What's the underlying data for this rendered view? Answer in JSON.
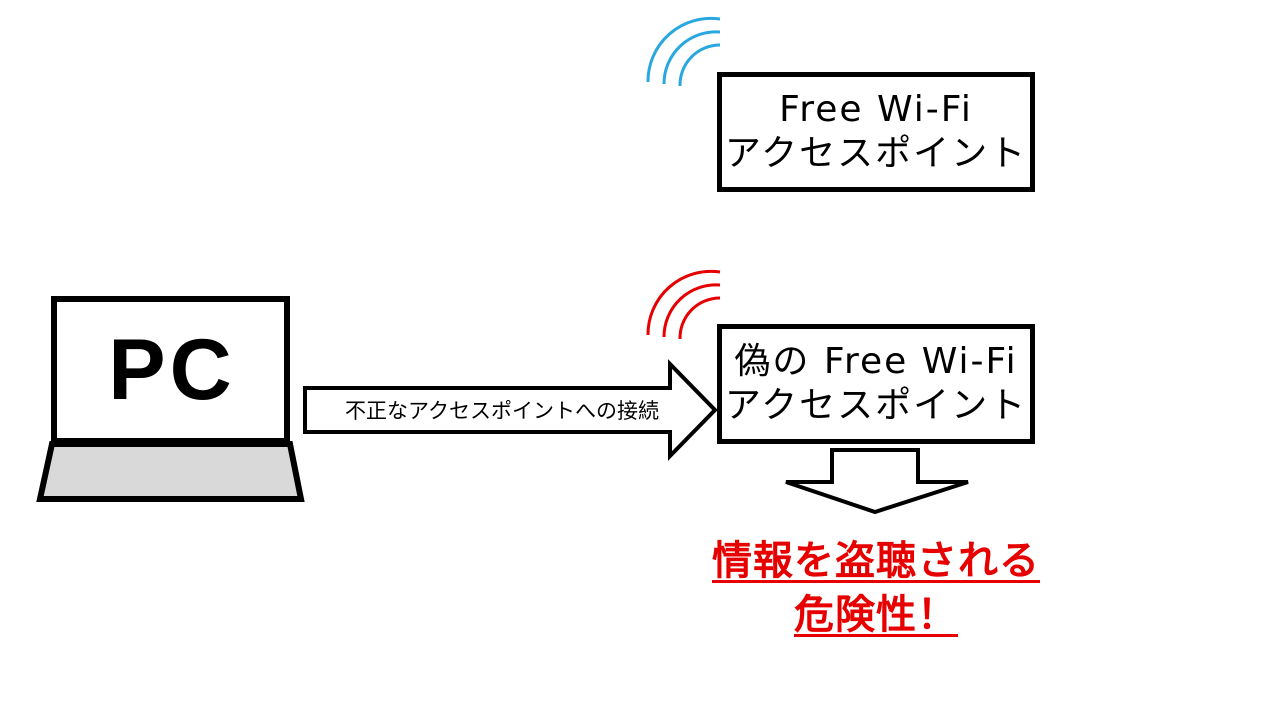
{
  "pc": {
    "label": "PC"
  },
  "access_points": {
    "real": {
      "line1": "Free Wi-Fi",
      "line2": "アクセスポイント"
    },
    "fake": {
      "line1": "偽の Free Wi-Fi",
      "line2": "アクセスポイント"
    }
  },
  "connection_arrow": {
    "label": "不正なアクセスポイントへの接続"
  },
  "warning": {
    "line1": "情報を盗聴される",
    "line2": "危険性！"
  },
  "colors": {
    "real_signal": "#29a8e0",
    "fake_signal": "#e60000",
    "warning_text": "#e60000",
    "laptop_base": "#d9d9d9",
    "outline": "#000000"
  }
}
